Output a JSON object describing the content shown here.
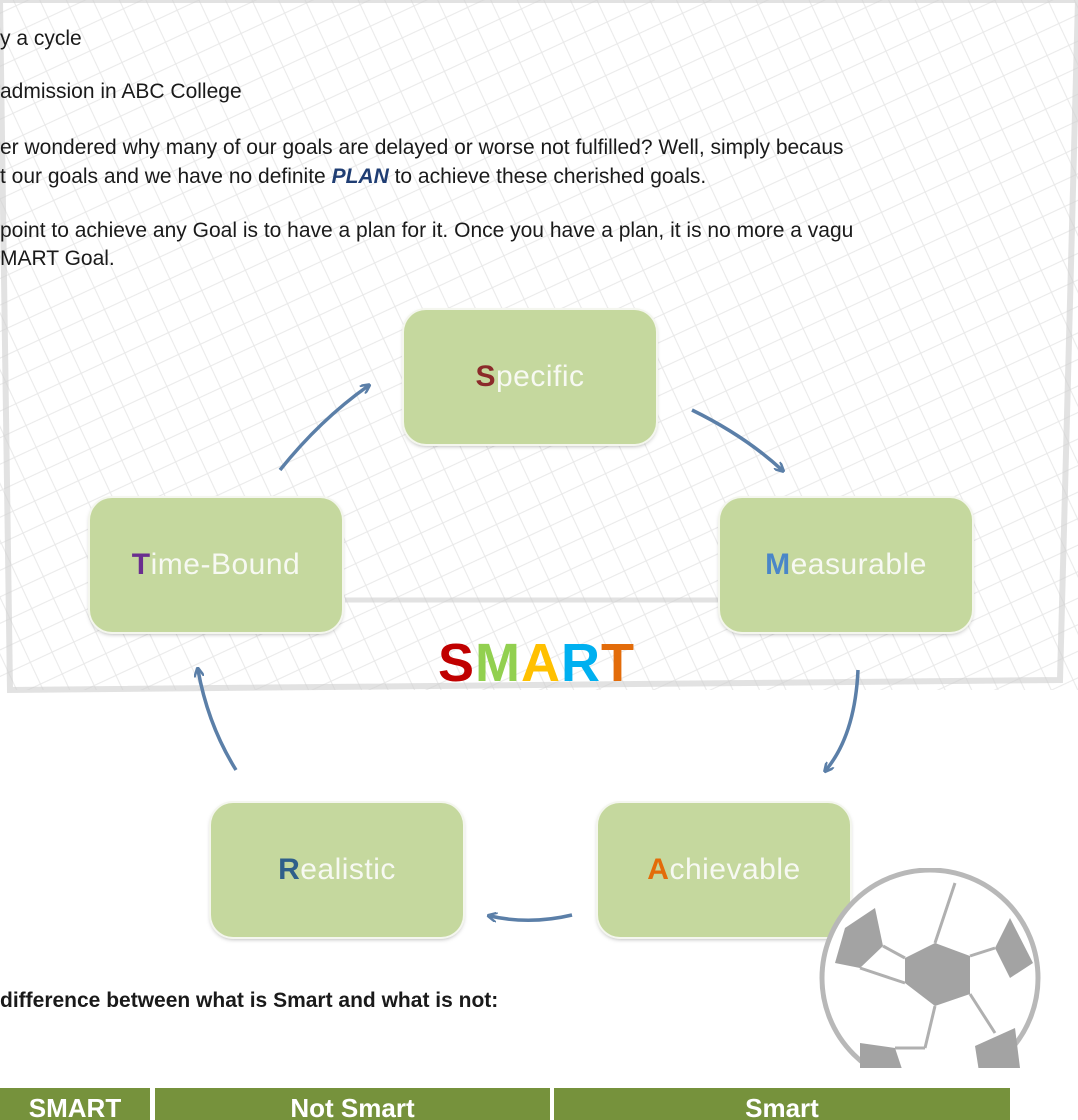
{
  "intro_lines": {
    "line1": "y a cycle",
    "line2": " admission in  ABC College",
    "para1_line1": "er wondered why many of our goals are delayed or worse not fulfilled? Well, simply becaus",
    "para1_line2_pre": "t our goals and we have no definite ",
    "para1_line2_bold": "PLAN",
    "para1_line2_post": " to achieve these cherished goals.",
    "para2_line1": " point to achieve any Goal is to have a plan for it. Once you have a plan, it is no more a vagu",
    "para2_line2": "MART Goal."
  },
  "cycle": {
    "specific": {
      "initial": "S",
      "rest": "pecific",
      "initial_color": "#8b2a2a"
    },
    "measurable": {
      "initial": "M",
      "rest": "easurable",
      "initial_color": "#4a86c8"
    },
    "achievable": {
      "initial": "A",
      "rest": "chievable",
      "initial_color": "#e36c0a"
    },
    "realistic": {
      "initial": "R",
      "rest": "ealistic",
      "initial_color": "#2f5f8a"
    },
    "time_bound": {
      "initial": "T",
      "rest": "ime-Bound",
      "initial_color": "#6a2e8f"
    }
  },
  "center_word": {
    "S": "S",
    "M": "M",
    "A": "A",
    "R": "R",
    "T": "T",
    "colors": {
      "S": "#c00000",
      "M": "#92d050",
      "A": "#ffc000",
      "R": "#00b0f0",
      "T": "#e36c0a"
    }
  },
  "difference_heading": " difference between what is Smart and what is not:",
  "table": {
    "headers": [
      "SMART",
      "Not Smart",
      "Smart"
    ],
    "header_color": "#76923c"
  },
  "arrow_color": "#5b7fa8",
  "box_color": "#c5d89e"
}
